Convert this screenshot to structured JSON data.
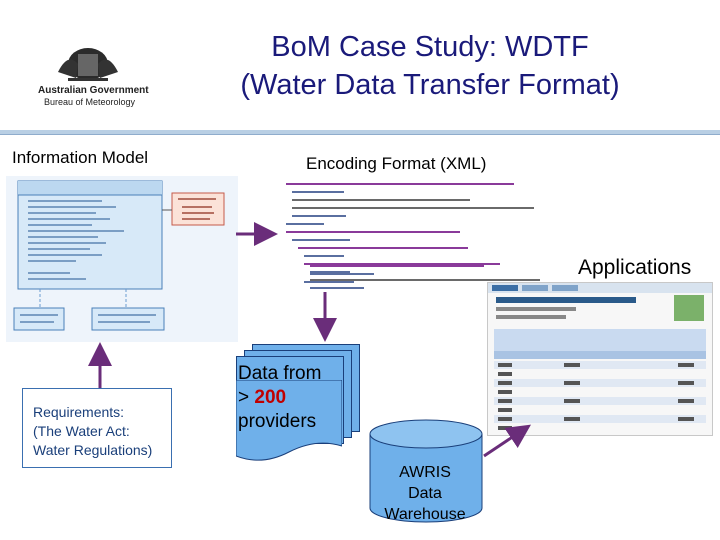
{
  "title": {
    "line1": "BoM Case Study: WDTF",
    "line2": "(Water Data Transfer Format)"
  },
  "logo": {
    "org": "Australian Government",
    "bureau": "Bureau of Meteorology"
  },
  "labels": {
    "information_model": "Information Model",
    "encoding_format": "Encoding Format (XML)",
    "applications": "Applications"
  },
  "requirements": {
    "line1": "Requirements:",
    "line2": "(The Water Act:",
    "line3": "Water Regulations)"
  },
  "providers": {
    "line1": "Data from",
    "line2_prefix": "> ",
    "line2_num": "200",
    "line3": "providers"
  },
  "warehouse": {
    "line1": "AWRIS",
    "line2": "Data",
    "line3": "Warehouse"
  },
  "colors": {
    "title": "#1a1a7a",
    "arrow": "#6a2d7a",
    "stack": "#6fb0ea",
    "highlight": "#c00000"
  }
}
